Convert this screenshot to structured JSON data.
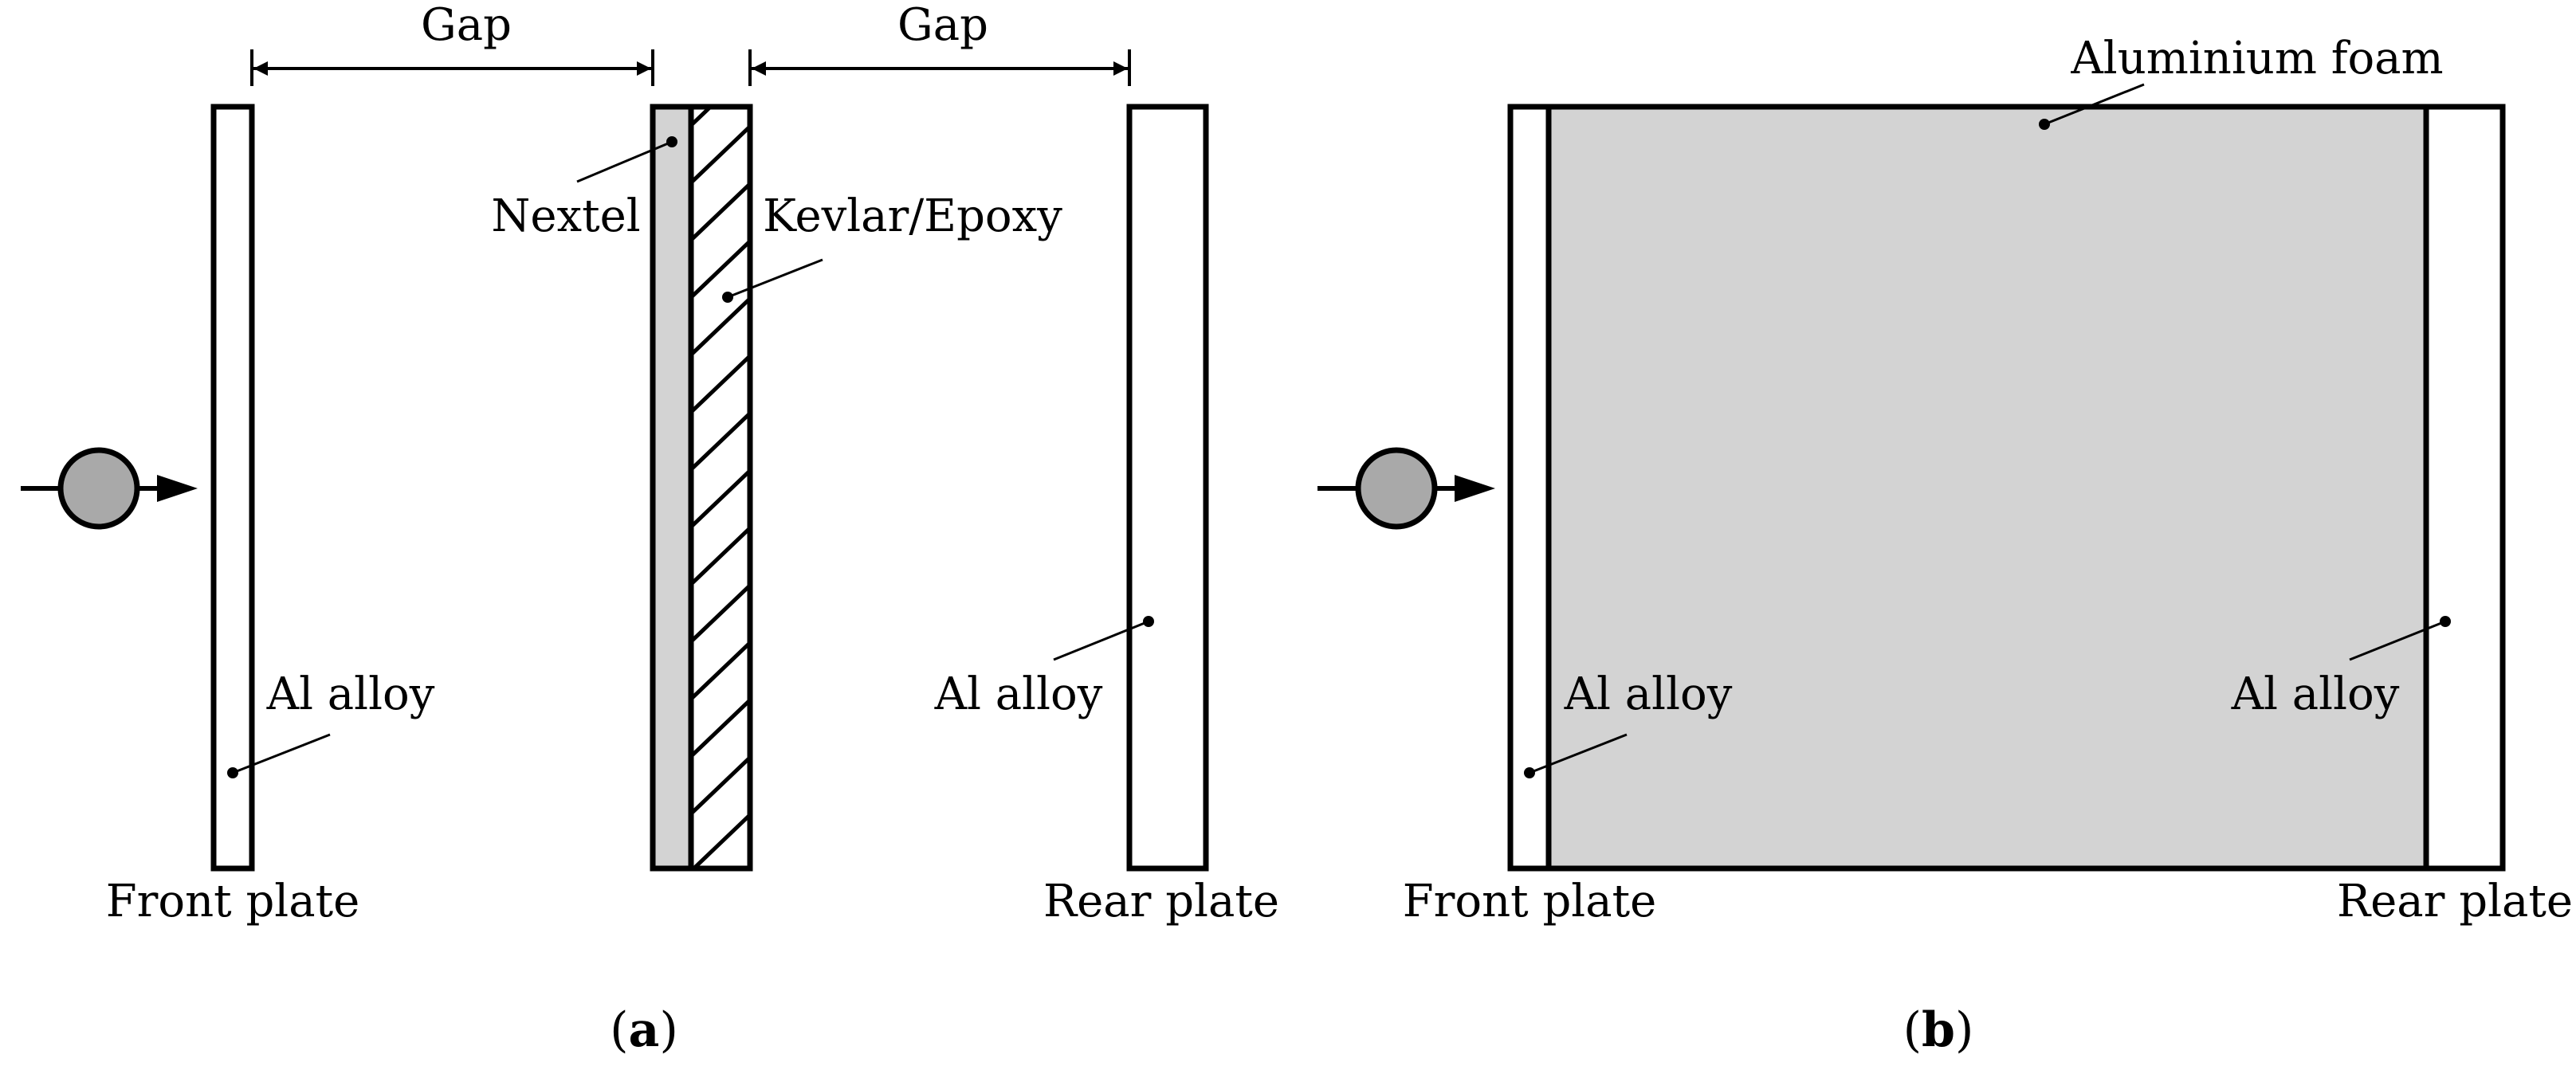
{
  "colors": {
    "line": "#000000",
    "grey_fill": "#d3d3d3",
    "projectile_fill": "#a9a9a9",
    "background": "#ffffff"
  },
  "icons": {
    "projectile": "projectile-sphere-icon",
    "velocity": "arrow-right-icon"
  },
  "panel_a": {
    "gap_label_1": "Gap",
    "gap_label_2": "Gap",
    "nextel_label": "Nextel",
    "kevlar_label": "Kevlar/Epoxy",
    "front_material": "Al alloy",
    "rear_material": "Al alloy",
    "front_plate_label": "Front plate",
    "rear_plate_label": "Rear plate",
    "caption": {
      "open": "(",
      "letter": "a",
      "close": ")"
    }
  },
  "panel_b": {
    "foam_label": "Aluminium foam",
    "front_material": "Al alloy",
    "rear_material": "Al alloy",
    "front_plate_label": "Front plate",
    "rear_plate_label": "Rear plate",
    "caption": {
      "open": "(",
      "letter": "b",
      "close": ")"
    }
  }
}
